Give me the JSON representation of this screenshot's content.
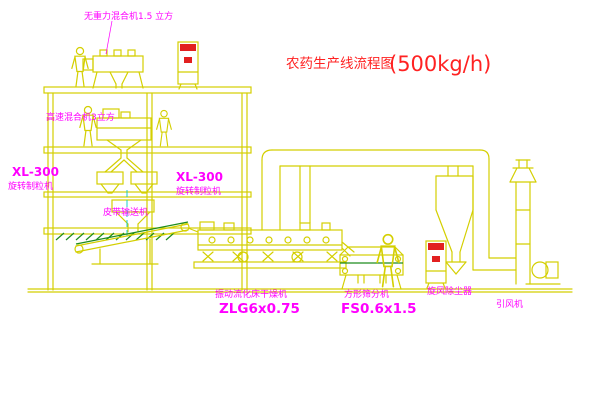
{
  "title": {
    "main": "农药生产线流程图",
    "capacity": "(500kg/h)"
  },
  "equipment_labels": {
    "zero_gravity_mixer": "无重力混合机1.5 立方",
    "high_speed_mixer": "高速混合机3立方",
    "granulator_left": {
      "model": "XL-300",
      "name": "旋转制粒机"
    },
    "granulator_right": {
      "model": "XL-300",
      "name": "旋转制粒机"
    },
    "belt_conveyor": "皮带输送机",
    "fluid_bed_dryer": {
      "name": "振动流化床干燥机",
      "model": "ZLG6x0.75"
    },
    "square_sieve": {
      "name": "方形筛分机",
      "model": "FS0.6x1.5"
    },
    "cyclone": "旋风除尘器",
    "induced_draft_fan": "引风机"
  },
  "colors": {
    "line_yellow": "#d4cf00",
    "accent_green": "#1e8c1e",
    "label_magenta": "#ff00ff",
    "title_red": "#ff2222",
    "centerline_cyan": "#00c8c8",
    "cabinet_red": "#e22020",
    "background": "#ffffff"
  }
}
